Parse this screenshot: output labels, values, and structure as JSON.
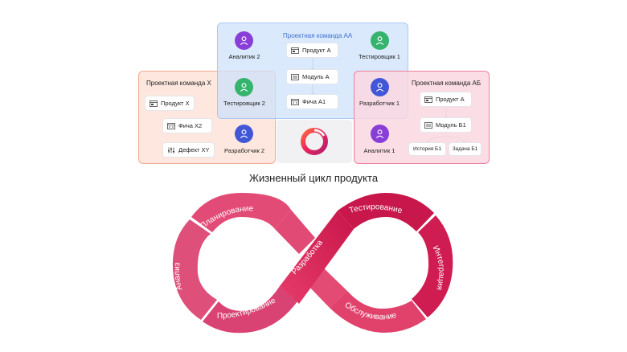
{
  "teams": {
    "x": {
      "title": "Проектная команда Х",
      "roles": {
        "tester": "Тестировщик 2",
        "developer": "Разработчик 2"
      },
      "cards": {
        "product": "Продукт Х",
        "feature": "Фича Х2",
        "defect": "Дефект ХY"
      }
    },
    "aa": {
      "title": "Проектная команда АА",
      "roles": {
        "analyst": "Аналитик 2",
        "tester": "Тестировщик 1"
      },
      "cards": {
        "product": "Продукт А",
        "module": "Модуль А",
        "feature": "Фича А1"
      }
    },
    "ab": {
      "title": "Проектная команда АБ",
      "roles": {
        "developer": "Разработчик 1",
        "analyst": "Аналитик 1"
      },
      "cards": {
        "product": "Продукт А",
        "module": "Модуль Б1",
        "story": "История Б1",
        "task": "Задача Б1"
      }
    }
  },
  "lifecycle": {
    "title": "Жизненный цикл продукта",
    "stages": {
      "planning": "Планирование",
      "analysis": "Анализ",
      "design": "Проектирование",
      "development": "Разработка",
      "testing": "Тестирование",
      "integration": "Интеграция",
      "maintenance": "Обслуживание"
    }
  },
  "colors": {
    "purple": "#8a3ed8",
    "green": "#35b46e",
    "blue": "#4257d8",
    "loop_dark": "#c71a4d",
    "loop_mid": "#e0456f",
    "loop_light": "#ec6b8e",
    "loop_left": "#dc4d79"
  },
  "icons": {
    "person": "person-icon",
    "product": "browser-window-icon",
    "module": "module-icon",
    "feature": "code-window-icon",
    "defect": "sliders-icon",
    "logo": "ring-logo"
  }
}
